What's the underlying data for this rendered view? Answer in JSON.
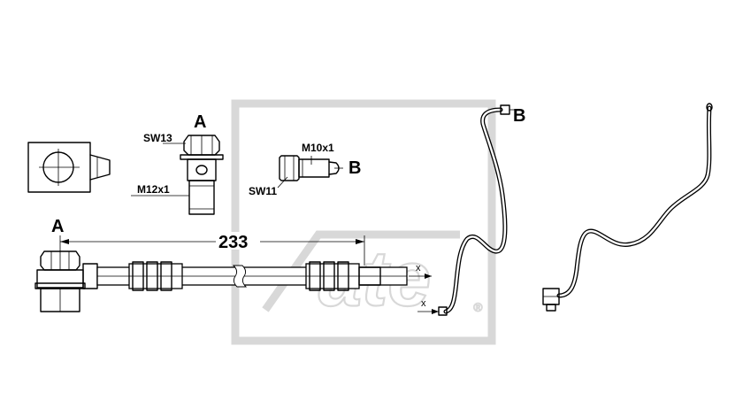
{
  "labels": {
    "a_top": "A",
    "a_left": "A",
    "b_mid": "B",
    "b_right": "B",
    "sw13": "SW13",
    "m12x1": "M12x1",
    "m10x1": "M10x1",
    "sw11": "SW11",
    "dimension": "233",
    "x_upper": "x",
    "x_lower": "x"
  },
  "watermark": {
    "brand": "ate",
    "registered": "®",
    "color": "#d8d8d8"
  },
  "colors": {
    "line": "#000000",
    "background": "#ffffff"
  }
}
